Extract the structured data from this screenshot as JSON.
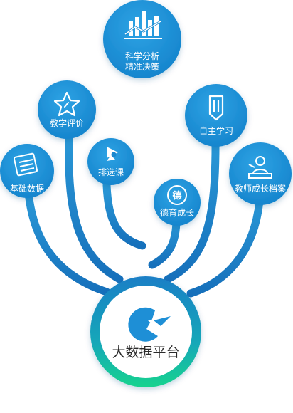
{
  "hub": {
    "label": "大数据平台",
    "icon": "platform-logo-icon"
  },
  "nodes": {
    "science": {
      "line1": "科学分析",
      "line2": "精准决策",
      "icon": "bar-chart-icon"
    },
    "evaluation": {
      "label": "教学评价",
      "icon": "star-icon"
    },
    "autonomous": {
      "label": "自主学习",
      "icon": "pencil-icon"
    },
    "foundation": {
      "label": "基础数据",
      "icon": "notepad-icon"
    },
    "scheduling": {
      "label": "排选课",
      "icon": "scheduling-icon"
    },
    "moral": {
      "label": "德育成长",
      "icon": "moral-badge-icon",
      "badge_char": "德"
    },
    "teacher": {
      "label": "教师成长档案",
      "icon": "teacher-at-desk-icon"
    }
  },
  "colors": {
    "node_fill": "#1f8fd3",
    "branch": "#1a7fc6",
    "hub_ring_top": "#1a7fc6",
    "hub_ring_bottom": "#19d38e",
    "hub_inner": "#ffffff",
    "logo": "#1e8fd6"
  }
}
